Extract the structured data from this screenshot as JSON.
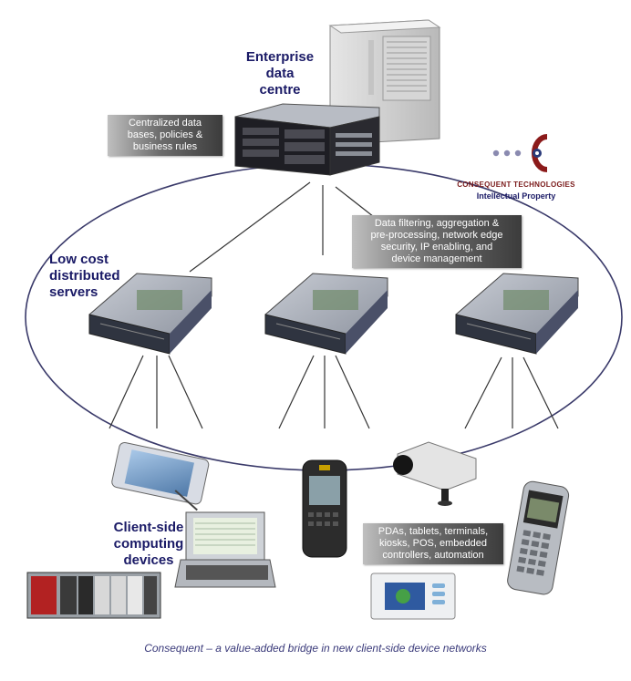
{
  "labels": {
    "enterprise": [
      "Enterprise",
      "data",
      "centre"
    ],
    "low_cost": [
      "Low cost",
      "distributed",
      "servers"
    ],
    "client_side": [
      "Client-side",
      "computing",
      "devices"
    ]
  },
  "boxes": {
    "central": [
      "Centralized data",
      "bases, policies &",
      "business rules"
    ],
    "filtering": [
      "Data filtering, aggregation &",
      "pre-processing, network edge",
      "security, IP enabling, and",
      "device management"
    ],
    "devices": [
      "PDAs, tablets, terminals,",
      "kiosks, POS, embedded",
      "controllers, automation"
    ]
  },
  "brand": {
    "name": "CONSEQUENT TECHNOLOGIES",
    "subtitle": "Intellectual Property",
    "colors": {
      "accent": "#8b1a1a",
      "text": "#1a1a66",
      "dots": "#8a8ab0"
    }
  },
  "caption": "Consequent – a value-added bridge in new client-side device networks",
  "colors": {
    "label": "#1a1a66",
    "ellipse": "#3a3a6a",
    "line": "#333333"
  }
}
